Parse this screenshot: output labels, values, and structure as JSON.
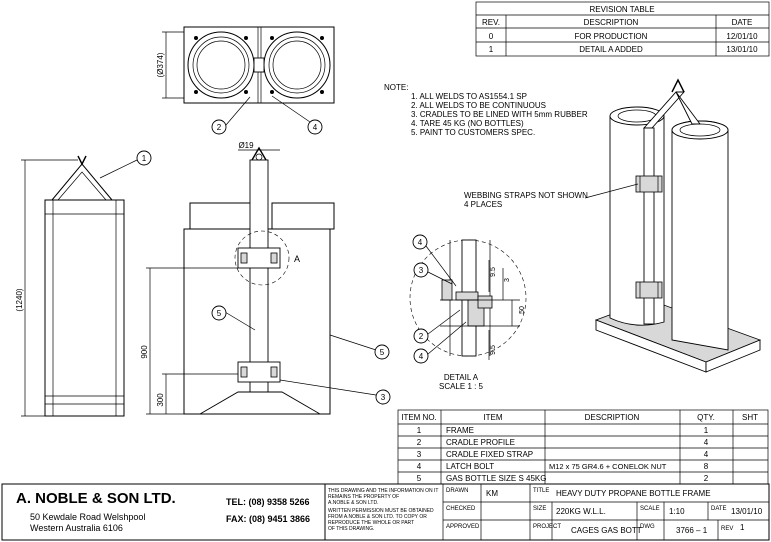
{
  "revision_table": {
    "title": "REVISION TABLE",
    "headers": [
      "REV.",
      "DESCRIPTION",
      "DATE"
    ],
    "rows": [
      {
        "rev": "0",
        "description": "FOR PRODUCTION",
        "date": "12/01/10"
      },
      {
        "rev": "1",
        "description": "DETAIL A ADDED",
        "date": "13/01/10"
      }
    ]
  },
  "notes": {
    "title": "NOTE:",
    "items": [
      "1. ALL WELDS TO AS1554.1 SP",
      "2. ALL WELDS TO BE CONTINUOUS",
      "3. CRADLES TO BE LINED WITH 5mm RUBBER",
      "4. TARE 45 KG (NO BOTTLES)",
      "5. PAINT TO CUSTOMERS SPEC."
    ]
  },
  "dimensions": {
    "diameter": "(Ø374)",
    "height": "(1240)",
    "lift_eye": "Ø19",
    "cradle_upper": "900",
    "cradle_lower": "300",
    "detail_9_5_top": "9.5",
    "detail_3": "3",
    "detail_50": "50",
    "detail_9_5_bottom": "9.5"
  },
  "callouts": {
    "top_2": "2",
    "top_4": "4",
    "left_1": "1",
    "front_5_label": "5",
    "front_5_right": "5",
    "front_3": "3",
    "front_a": "A",
    "detail_4_top": "4",
    "detail_3": "3",
    "detail_2": "2",
    "detail_4_bottom": "4"
  },
  "detail": {
    "title": "DETAIL A",
    "scale": "SCALE 1 : 5"
  },
  "iso_note": {
    "line1": "WEBBING STRAPS NOT SHOWN",
    "line2": "4 PLACES"
  },
  "bom": {
    "headers": [
      "ITEM NO.",
      "ITEM",
      "DESCRIPTION",
      "QTY.",
      "SHT"
    ],
    "rows": [
      {
        "no": "1",
        "item": "FRAME",
        "description": "",
        "qty": "1",
        "sht": ""
      },
      {
        "no": "2",
        "item": "CRADLE PROFILE",
        "description": "",
        "qty": "4",
        "sht": ""
      },
      {
        "no": "3",
        "item": "CRADLE FIXED STRAP",
        "description": "",
        "qty": "4",
        "sht": ""
      },
      {
        "no": "4",
        "item": "LATCH BOLT",
        "description": "M12 x 75 GR4.6 + CONELOK NUT",
        "qty": "8",
        "sht": ""
      },
      {
        "no": "5",
        "item": "GAS BOTTLE SIZE S 45KG",
        "description": "",
        "qty": "2",
        "sht": ""
      }
    ]
  },
  "company": {
    "name": "A. NOBLE & SON LTD.",
    "address1": "50 Kewdale Road Welshpool",
    "address2": "Western Australia 6106",
    "tel": "TEL: (08) 9358 5266",
    "fax": "FAX: (08) 9451 3866"
  },
  "copyright": [
    "THIS DRAWING AND THE INFORMATION ON IT",
    "REMAINS THE PROPERTY OF",
    "A.NOBLE & SON LTD.",
    "WRITTEN PERMISSION MUST BE OBTAINED",
    "FROM  A.NOBLE & SON LTD. TO COPY OR",
    "REPRODUCE THE WHOLE OR PART",
    "OF THIS DRAWING."
  ],
  "title_block": {
    "drawn_label": "DRAWN",
    "drawn_value": "KM",
    "title_label": "TITLE",
    "title_value": "HEAVY  DUTY  PROPANE BOTTLE FRAME",
    "checked_label": "CHECKED",
    "size_label": "SIZE",
    "size_value": "220KG W.L.L.",
    "scale_label": "SCALE",
    "scale_value": "1:10",
    "date_label": "DATE",
    "date_value": "13/01/10",
    "approved_label": "APPROVED",
    "project_label": "PROJECT",
    "project_value": "CAGES GAS BOTT",
    "dwg_label": "DWG",
    "dwg_value": "3766 – 1",
    "rev_label": "REV",
    "rev_value": "1"
  }
}
